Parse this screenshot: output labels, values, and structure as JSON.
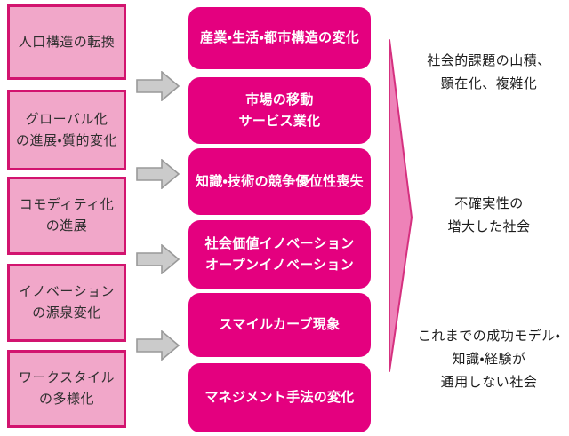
{
  "left_boxes": [
    {
      "label": "人口構造の転換"
    },
    {
      "label": "グローバル化\nの進展・質的変化"
    },
    {
      "label": "コモディティ化\nの進展"
    },
    {
      "label": "イノベーション\nの源泉変化"
    },
    {
      "label": "ワークスタイル\nの多様化"
    }
  ],
  "middle_boxes": [
    {
      "label": "産業・生活・都市構造の変化"
    },
    {
      "label": "市場の移動\nサービス業化"
    },
    {
      "label": "知識・技術の競争優位性喪失"
    },
    {
      "label": "社会価値イノベーション\nオープンイノベーション"
    },
    {
      "label": "スマイルカーブ現象"
    },
    {
      "label": "マネジメント手法の変化"
    }
  ],
  "right_labels": [
    {
      "text": "社会的課題の山積、\n顕在化、複雑化"
    },
    {
      "text": "不確実性の\n増大した社会"
    },
    {
      "text": "これまでの成功モデル・\n知識・経験が\n通用しない社会"
    }
  ],
  "icons": {
    "arrow": "right-block-arrow",
    "funnel": "right-pointing-triangle"
  },
  "colors": {
    "left_box_fill": "#f1a7c9",
    "left_box_border": "#d2146f",
    "middle_box_fill": "#e4007f",
    "middle_box_text": "#ffffff",
    "arrow_fill": "#cbcbcb",
    "arrow_border": "#999999",
    "funnel_fill": "#ee82b8",
    "funnel_border": "#d5307f",
    "body_text": "#1c1c1c"
  }
}
